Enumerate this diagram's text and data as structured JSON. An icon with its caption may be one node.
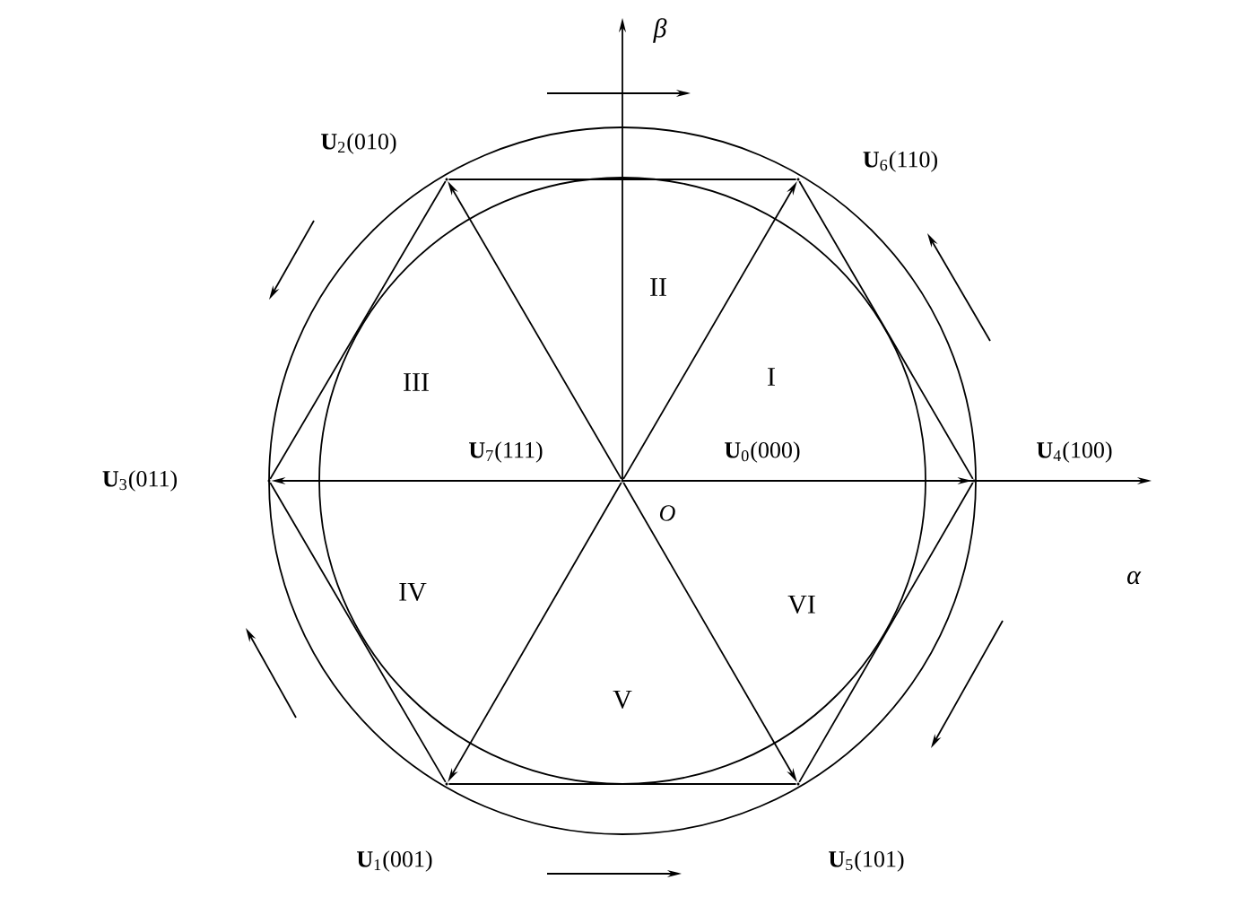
{
  "diagram": {
    "nodes": [
      {
        "text": [],
        "shape": "dot",
        "beside": [
          "**U**$_{7}$(111)",
          "**U**$_{0}$(000)",
          "O"
        ]
      },
      {
        "text": [],
        "shape": "dot",
        "beside": [
          "**U**$_{2}$(010)"
        ]
      },
      {
        "text": [],
        "shape": "dot",
        "beside": [
          "**U**$_{6}$(110)"
        ]
      },
      {
        "text": [],
        "shape": "dot",
        "beside": [
          "**U**$_{3}$(011)"
        ]
      },
      {
        "text": [],
        "shape": "dot",
        "beside": [
          "**U**$_{4}$(100)"
        ]
      },
      {
        "text": [],
        "shape": "dot",
        "beside": [
          "**U**$_{1}$(001)"
        ]
      },
      {
        "text": [],
        "shape": "dot",
        "beside": [
          "**U**$_{5}$(101)"
        ]
      }
    ],
    "edges": [
      {
        "from": 0,
        "to": 4,
        "arrow": "to"
      },
      {
        "from": 0,
        "to": 2,
        "arrow": "to"
      },
      {
        "from": 0,
        "to": 1,
        "arrow": "to"
      },
      {
        "from": 0,
        "to": 3,
        "arrow": "to"
      },
      {
        "from": 0,
        "to": 5,
        "arrow": "to"
      },
      {
        "from": 0,
        "to": 6,
        "arrow": "to"
      },
      {
        "from": 1,
        "to": 2,
        "arrow": "none"
      },
      {
        "from": 2,
        "to": 4,
        "arrow": "none"
      },
      {
        "from": 4,
        "to": 6,
        "arrow": "none"
      },
      {
        "from": 6,
        "to": 5,
        "arrow": "none"
      },
      {
        "from": 5,
        "to": 3,
        "arrow": "none"
      },
      {
        "from": 3,
        "to": 1,
        "arrow": "none"
      }
    ],
    "labels": [
      "β",
      "II",
      "III",
      "I",
      "α",
      "IV",
      "VI",
      "V"
    ]
  }
}
